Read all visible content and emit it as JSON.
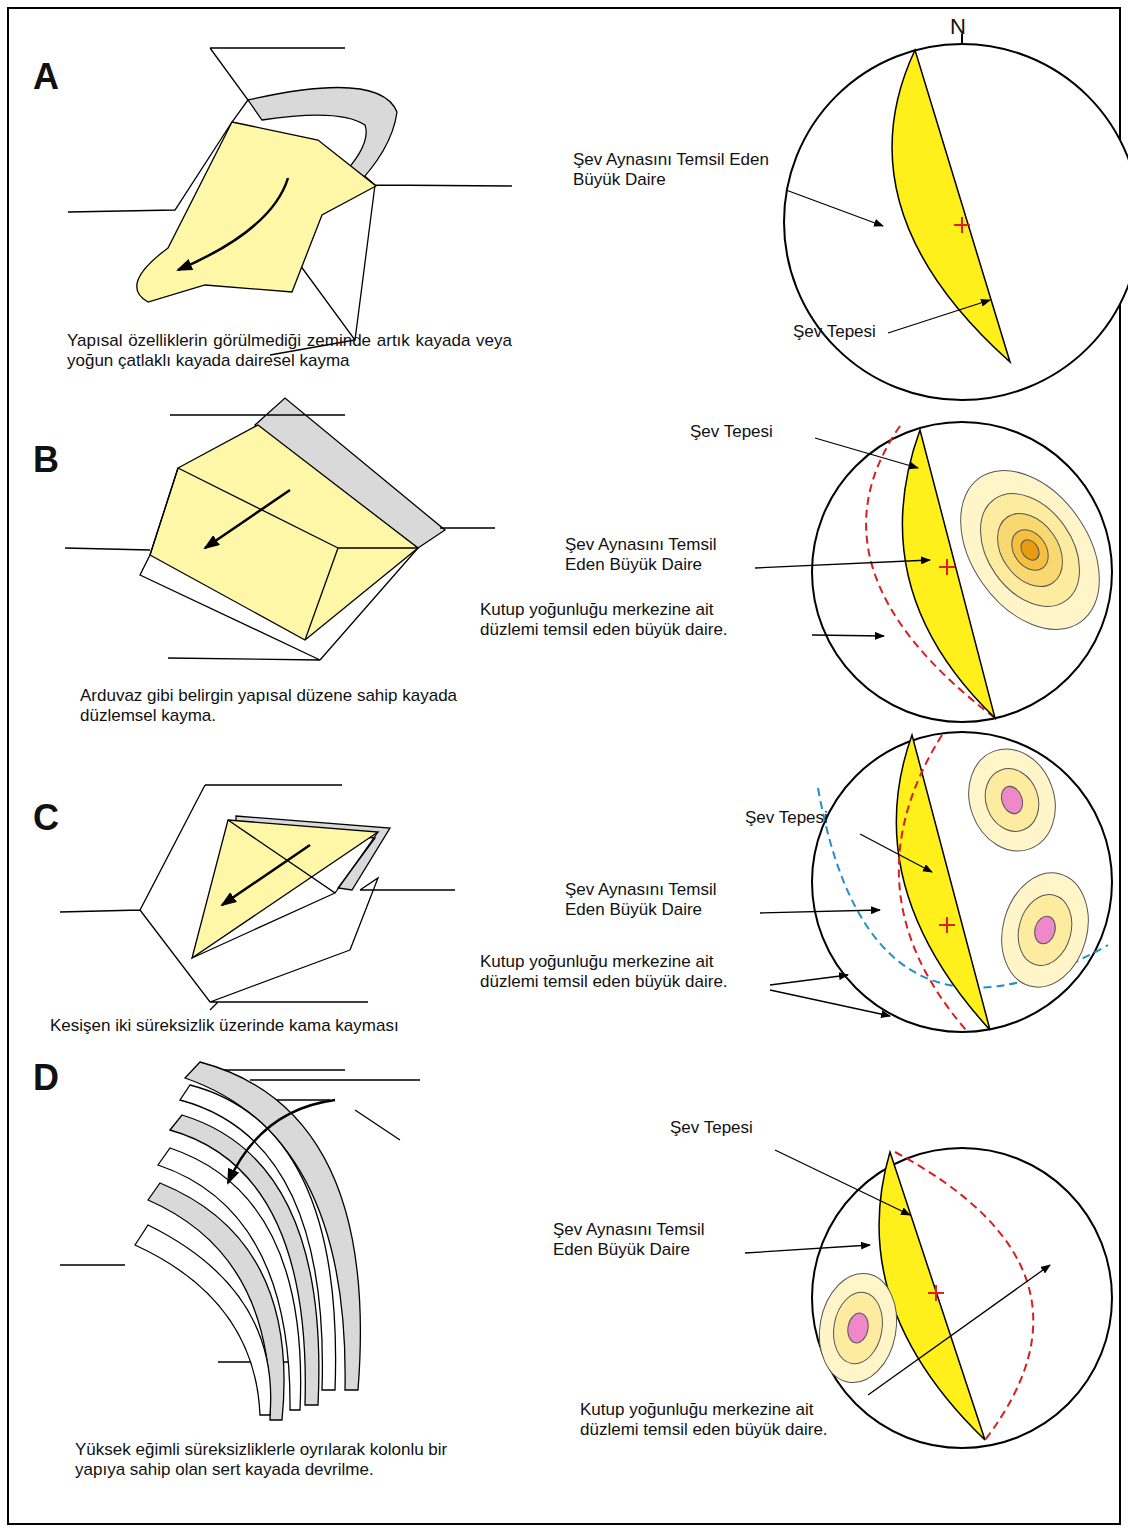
{
  "diagram": {
    "labels": [
      "A",
      "N",
      "Şev Aynasını Temsil Eden Büyük Daire",
      "Şev Tepesi",
      "Yapısal özelliklerin görülmediği zeminde artık kayada veya yoğun çatlaklı kayada dairesel kayma",
      "B",
      "Şev Tepesi",
      "Şev Aynasını Temsil Eden Büyük Daire",
      "Kutup yoğunluğu merkezine ait düzlemi temsil eden büyük daire.",
      "Arduvaz gibi belirgin yapısal düzene sahip kayada düzlemsel kayma.",
      "C",
      "Şev Tepesi",
      "Şev Aynasını Temsil Eden Büyük Daire",
      "Kutup yoğunluğu merkezine ait düzlemi temsil eden büyük daire.",
      "Kesişen iki süreksizlik üzerinde kama kayması",
      "D",
      "Şev Tepesi",
      "Şev Aynasını Temsil Eden Büyük Daire",
      "Kutup yoğunluğu merkezine ait düzlemi temsil eden büyük daire.",
      "Yüksek eğimli süreksizliklerle oyrılarak kolonlu bir yapıya sahip olan sert kayada devrilme."
    ]
  }
}
